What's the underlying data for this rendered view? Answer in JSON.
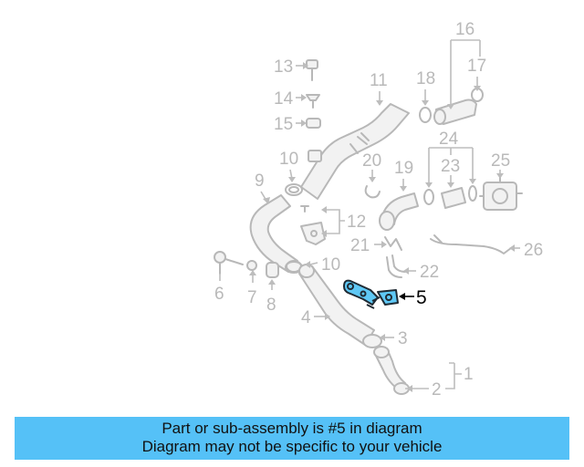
{
  "callouts": {
    "c1": "1",
    "c2": "2",
    "c3": "3",
    "c4": "4",
    "c5": "5",
    "c6": "6",
    "c7": "7",
    "c8": "8",
    "c9": "9",
    "c10a": "10",
    "c10b": "10",
    "c11": "11",
    "c12": "12",
    "c13": "13",
    "c14": "14",
    "c15": "15",
    "c16": "16",
    "c17": "17",
    "c18": "18",
    "c19": "19",
    "c20": "20",
    "c21": "21",
    "c22": "22",
    "c23": "23",
    "c24": "24",
    "c25": "25",
    "c26": "26"
  },
  "highlighted_part": "5",
  "colors": {
    "banner": "#55c1f7",
    "highlight": "#5fc8f5",
    "part_outline": "#b8b8b8"
  },
  "banner": {
    "line1": "Part or sub-assembly is #5 in diagram",
    "line2": "Diagram may not be specific to your vehicle"
  }
}
